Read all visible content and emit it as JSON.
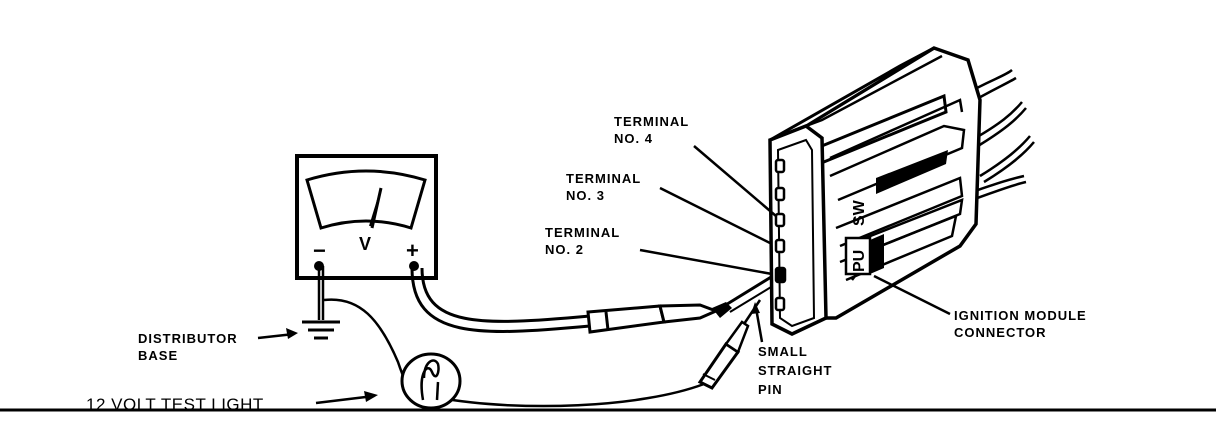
{
  "labels": {
    "terminal_4": [
      "TERMINAL",
      "NO. 4"
    ],
    "terminal_3": [
      "TERMINAL",
      "NO. 3"
    ],
    "terminal_2": [
      "TERMINAL",
      "NO. 2"
    ],
    "distributor_base": [
      "DISTRIBUTOR",
      "BASE"
    ],
    "test_light": "12 VOLT TEST LIGHT",
    "small_straight_pin": [
      "SMALL",
      "STRAIGHT",
      "PIN"
    ],
    "ignition_module_connector": [
      "IGNITION MODULE",
      "CONNECTOR"
    ]
  },
  "meter": {
    "minus": "−",
    "unit": "V",
    "plus": "+"
  },
  "connector_markings": {
    "upper": "SW",
    "lower": "PU"
  },
  "colors": {
    "ink": "#000000",
    "paper": "#ffffff"
  }
}
